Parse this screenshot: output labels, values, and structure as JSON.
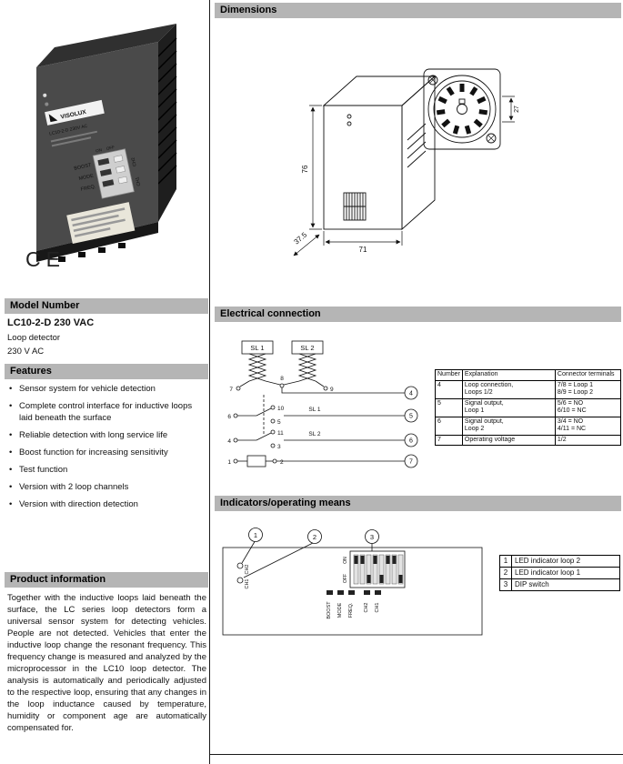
{
  "theme": {
    "header_bar_bg": "#b5b5b5",
    "line_color": "#1a1a1a",
    "device_body": "#4a4a4a"
  },
  "left": {
    "photo": {
      "brand": "VISOLUX",
      "model": "LC10-2-D 230V AC",
      "boost": "BOOST",
      "mode": "MODE",
      "freq": "FREQ.",
      "on": "ON",
      "off": "OFF",
      "ch2": "CH2",
      "ch1": "CH1"
    },
    "ce_mark": "CE",
    "model_section": {
      "header": "Model Number",
      "model": "LC10-2-D 230 VAC",
      "description": "Loop detector",
      "voltage": "230 V AC"
    },
    "features_section": {
      "header": "Features",
      "items": [
        "Sensor system for vehicle detection",
        "Complete control interface for inductive loops laid beneath the surface",
        "Reliable detection with long service life",
        "Boost function for increasing sensitivity",
        "Test function",
        "Version with 2 loop channels",
        "Version with direction detection"
      ]
    },
    "product_info_section": {
      "header": "Product information",
      "text": "Together with the inductive loops laid beneath the surface, the LC series loop detectors form a universal sensor system for detecting vehicles. People are not detected. Vehicles that enter the inductive loop change the resonant frequency. This frequency change is measured and analyzed by the microprocessor in the LC10 loop detector. The analysis is automatically and periodically adjusted to the respective loop, ensuring that any changes in the loop inductance caused by temperature, humidity or component age are automatically compensated for."
    }
  },
  "dimensions_section": {
    "header": "Dimensions",
    "width": "71",
    "height": "76",
    "depth": "37.5",
    "socket_depth": "27"
  },
  "electrical_section": {
    "header": "Electrical connection",
    "loop1_label": "SL 1",
    "loop2_label": "SL 2",
    "contact1_label": "SL 1",
    "contact2_label": "SL 2",
    "terminals": {
      "t1": "1",
      "t2": "2",
      "t3": "3",
      "t4": "4",
      "t5": "5",
      "t6": "6",
      "t7": "7",
      "t8": "8",
      "t9": "9",
      "t10": "10",
      "t11": "11"
    },
    "callouts": {
      "c4": "4",
      "c5": "5",
      "c6": "6",
      "c7": "7"
    },
    "table": {
      "headers": [
        "Number",
        "Explanation",
        "Connector terminals"
      ],
      "rows": [
        {
          "num": "4",
          "expl": [
            "Loop connection,",
            "Loops 1/2"
          ],
          "conn": [
            "7/8 = Loop 1",
            "8/9 = Loop 2"
          ]
        },
        {
          "num": "5",
          "expl": [
            "Signal output,",
            "Loop 1"
          ],
          "conn": [
            "5/6 = NO",
            "6/10 = NC"
          ]
        },
        {
          "num": "6",
          "expl": [
            "Signal output,",
            "Loop 2"
          ],
          "conn": [
            "3/4 = NO",
            "4/11 = NC"
          ]
        },
        {
          "num": "7",
          "expl": [
            "Operating voltage"
          ],
          "conn": [
            "1/2"
          ]
        }
      ]
    }
  },
  "indicators_section": {
    "header": "Indicators/operating means",
    "callouts": [
      "1",
      "2",
      "3"
    ],
    "panel": {
      "on": "ON",
      "off": "OFF",
      "boost": "BOOST",
      "mode": "MODE",
      "freq": "FREQ.",
      "ch2": "CH2",
      "ch1": "CH1",
      "led_ch2": "CH2",
      "led_ch1": "CH1"
    },
    "legend": [
      {
        "num": "1",
        "label": "LED indicator loop 2"
      },
      {
        "num": "2",
        "label": "LED indicator loop 1"
      },
      {
        "num": "3",
        "label": "DIP switch"
      }
    ]
  }
}
